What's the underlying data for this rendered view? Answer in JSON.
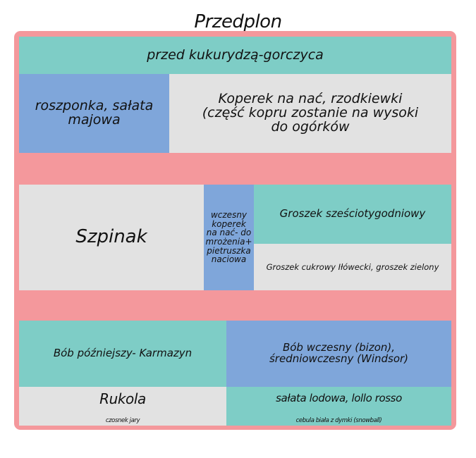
{
  "title": "Przedplon",
  "beds": {
    "top_band": "przed kukurydzą-gorczyca",
    "row2_left": "roszponka, sałata majowa",
    "row2_right": "Koperek na nać, rzodkiewki (część kopru zostanie na wysoki do ogórków",
    "row3_left": "Szpinak",
    "row3_middle": "wczesny koperek na nać- do mrożenia+ pietruszka naciowa",
    "row3_right_top": "Groszek sześciotygodniowy",
    "row3_right_bottom": "Groszek cukrowy Iłówecki, groszek zielony",
    "row4_left": "Bób późniejszy- Karmazyn",
    "row4_right": "Bób wczesny (bizon), średniowczesny (Windsor)",
    "row5_left_main": "Rukola",
    "row5_left_sub": "czosnek jary",
    "row5_right_main": "sałata lodowa, lollo rosso",
    "row5_right_sub": "cebula biała z dymki (snowball)"
  },
  "colors": {
    "frame": "#f4989c",
    "teal": "#7ecdc6",
    "blue": "#7fa6da",
    "gray": "#e2e2e2"
  }
}
